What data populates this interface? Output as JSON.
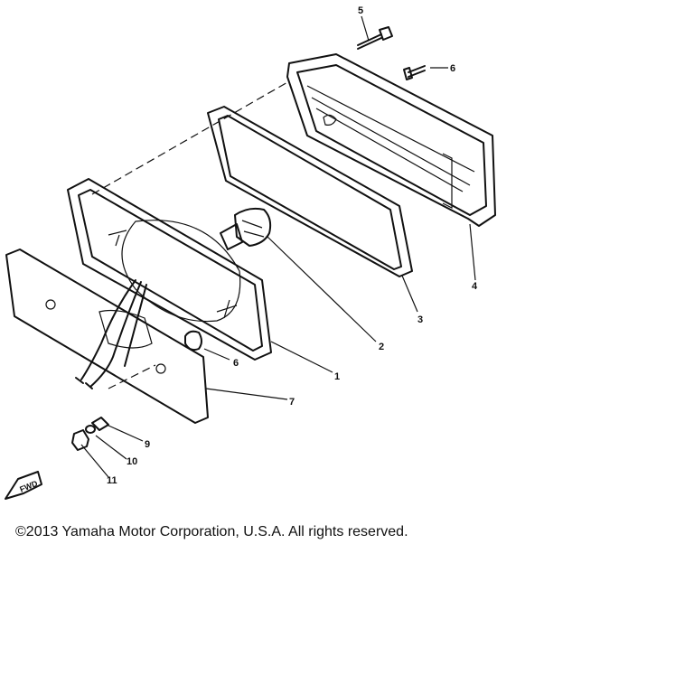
{
  "diagram": {
    "part_labels": {
      "p1": "1",
      "p2": "2",
      "p3": "3",
      "p4": "4",
      "p5": "5",
      "p6a": "6",
      "p6b": "6",
      "p7": "7",
      "p9": "9",
      "p10": "10",
      "p11": "11"
    },
    "forward_arrow_label": "FWD"
  },
  "footer": {
    "copyright": "©2013 Yamaha Motor Corporation, U.S.A. All rights reserved."
  }
}
